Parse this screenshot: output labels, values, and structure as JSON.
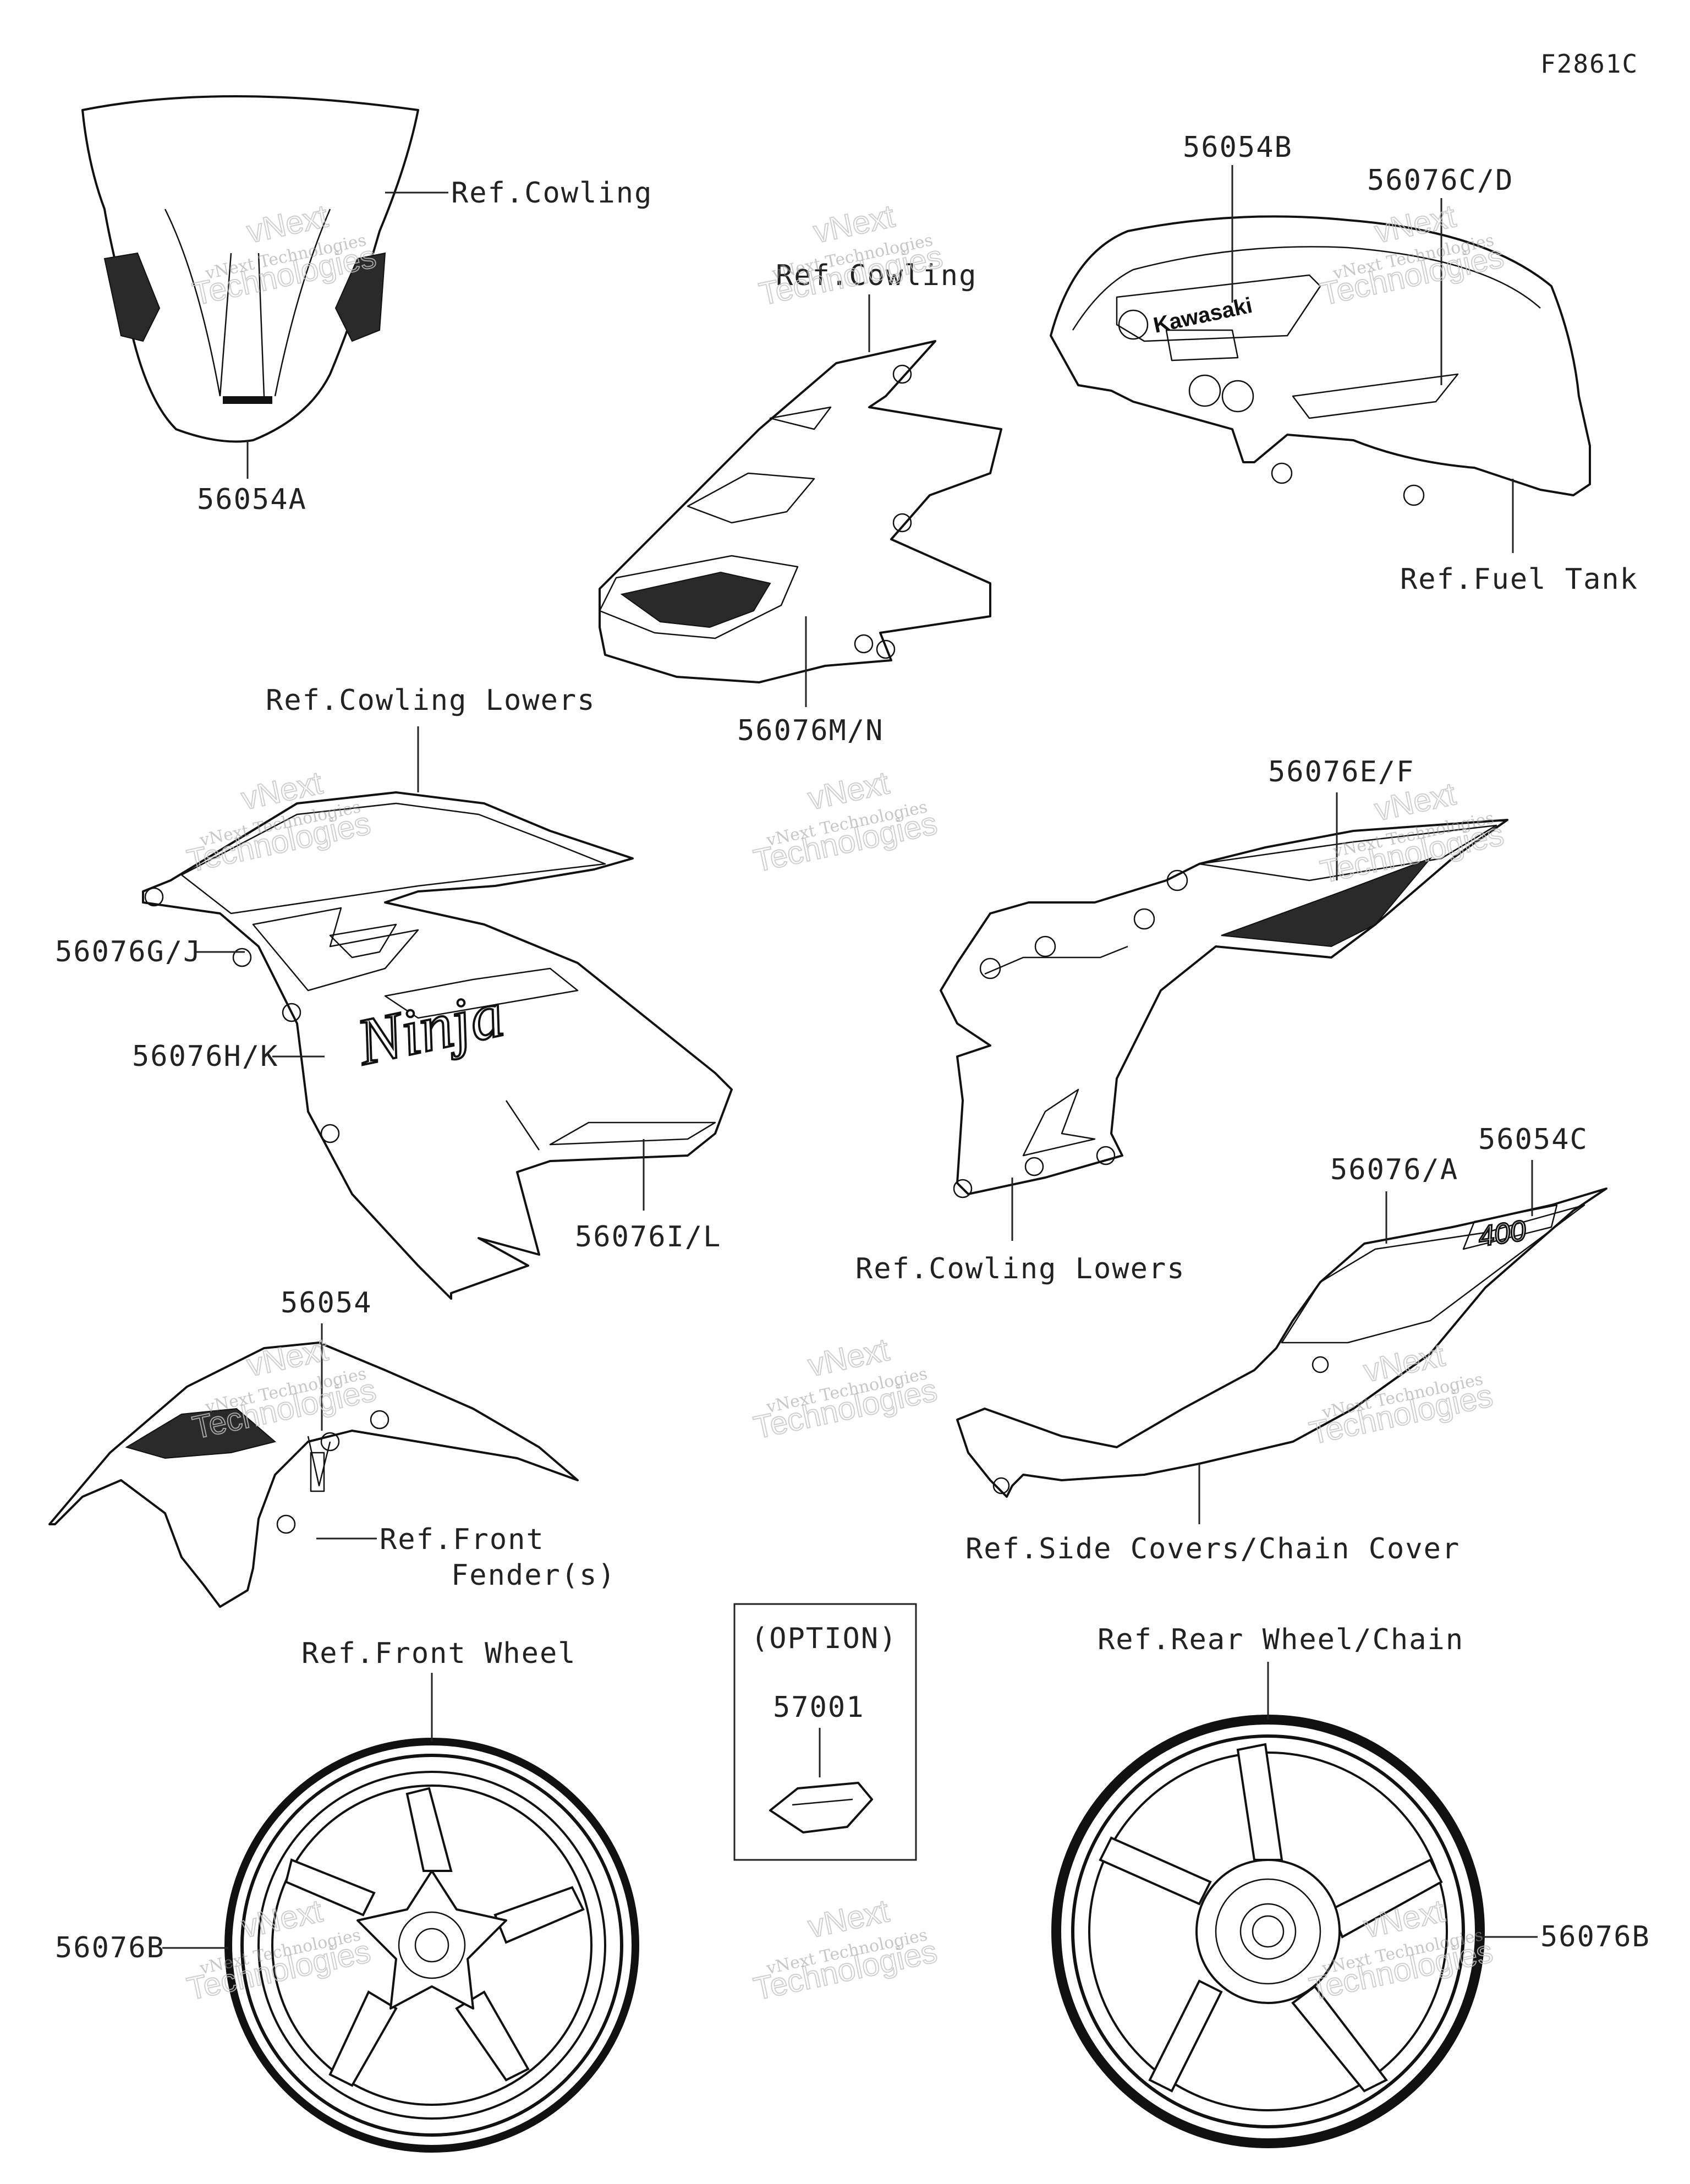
{
  "diagram_id": "F2861C",
  "parts": [
    {
      "key": "windshield_decal",
      "number": "56054A",
      "ref": "Ref.Cowling"
    },
    {
      "key": "upper_cowling",
      "number": "56076M/N",
      "ref": "Ref.Cowling"
    },
    {
      "key": "fuel_tank",
      "numbers": [
        "56054B",
        "56076C/D"
      ],
      "ref": "Ref.Fuel Tank"
    },
    {
      "key": "left_cowling_lower",
      "numbers": [
        "56076G/J",
        "56076H/K",
        "56076I/L"
      ],
      "ref": "Ref.Cowling Lowers"
    },
    {
      "key": "right_cowling_lower",
      "number": "56076E/F",
      "ref": "Ref.Cowling Lowers"
    },
    {
      "key": "side_cover",
      "numbers": [
        "56076/A",
        "56054C"
      ],
      "ref": "Ref.Side Covers/Chain Cover"
    },
    {
      "key": "front_fender",
      "number": "56054",
      "ref_lines": [
        "Ref.Front",
        "Fender(s)"
      ]
    },
    {
      "key": "front_wheel",
      "number": "56076B",
      "ref": "Ref.Front Wheel"
    },
    {
      "key": "rear_wheel",
      "number": "56076B",
      "ref": "Ref.Rear Wheel/Chain"
    },
    {
      "key": "option_box",
      "heading": "(OPTION)",
      "number": "57001"
    }
  ],
  "logos": {
    "tank": "Kawasaki",
    "cowling": "Ninja",
    "side_cover": "400"
  },
  "watermark": {
    "line1": "vNext Technologies",
    "line2": "vNext",
    "line3": "Technologies"
  }
}
